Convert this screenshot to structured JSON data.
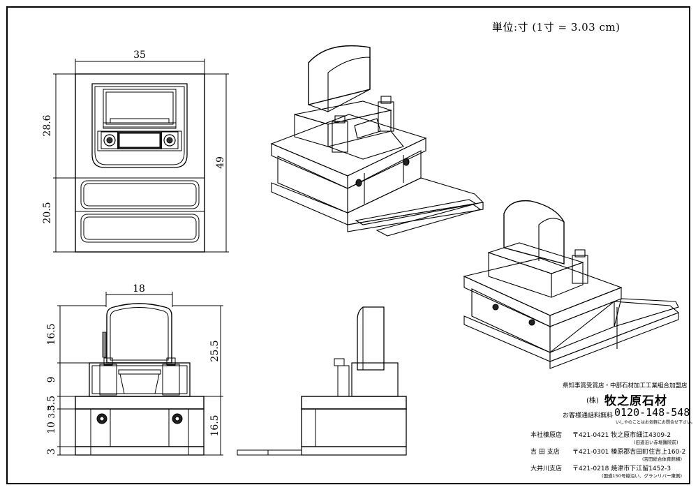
{
  "unit_label": "単位:寸 (1寸 = 3.03 cm)",
  "dimensions": {
    "top_width": "35",
    "top_upper_height": "28.6",
    "top_lower_height": "20.5",
    "top_total_height": "49",
    "front_stone_width": "18",
    "front_stone_height": "16.5",
    "front_upper_total": "25.5",
    "front_middle_height": "9",
    "front_base_top": "3.5",
    "front_base_step": "3.5",
    "front_base_height": "10",
    "front_base_total": "16.5",
    "front_bottom": "3"
  },
  "company": {
    "association": "県知事賞受賞店・中部石材加工工業組合加盟店",
    "kabu": "(株)",
    "name": "牧之原石材",
    "tel_label": "お客様通話料無料",
    "tel_number": "0120-148-548",
    "tel_reading": "いしやのことはお気軽にお問合せ下さい。",
    "branches": [
      {
        "name": "本社榛原店",
        "address": "〒421-0421 牧之原市細江4309-2",
        "note": "(旧道沿い赤堀醫院前)"
      },
      {
        "name": "吉 田 支店",
        "address": "〒421-0301 榛原郡吉田町住吉上160-2",
        "note": "(吉田総合体育館横)"
      },
      {
        "name": "大井川支店",
        "address": "〒421-0218 焼津市下江留1452-3",
        "note": "(国道150号線沿い、グランリバー東側)"
      }
    ]
  }
}
